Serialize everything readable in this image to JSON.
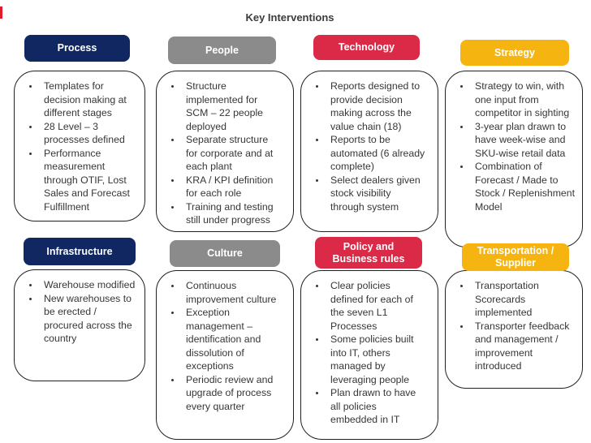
{
  "slide": {
    "title": "Key Interventions"
  },
  "colors": {
    "navy": "#112761",
    "gray": "#8b8b8b",
    "red": "#da2a48",
    "yellow": "#f6b411",
    "header_text": "#ffffff",
    "body_text": "#363636",
    "box_border": "#202020",
    "title_text": "#3b3b3b",
    "edge_mark": "#e01b2c"
  },
  "sections": [
    {
      "label": "Process",
      "color": "navy",
      "bullets": [
        "Templates for decision making at different stages",
        "28 Level – 3 processes defined",
        "Performance measurement through OTIF, Lost Sales and Forecast Fulfillment"
      ]
    },
    {
      "label": "People",
      "color": "gray",
      "bullets": [
        "Structure implemented for SCM – 22 people deployed",
        "Separate structure for corporate and at each plant",
        "KRA / KPI definition for each role",
        "Training and testing still under progress"
      ]
    },
    {
      "label": "Technology",
      "color": "red",
      "bullets": [
        "Reports designed to provide decision making across the value chain (18)",
        "Reports to be automated (6 already complete)",
        "Select dealers given stock visibility through system"
      ]
    },
    {
      "label": "Strategy",
      "color": "yellow",
      "bullets": [
        "Strategy to win, with one input from competitor in sighting",
        "3-year plan drawn to have week-wise and SKU-wise retail data",
        "Combination of Forecast / Made to Stock / Replenishment Model"
      ]
    },
    {
      "label": "Infrastructure",
      "color": "navy",
      "bullets": [
        "Warehouse modified",
        "New warehouses to be erected / procured across the country"
      ]
    },
    {
      "label": "Culture",
      "color": "gray",
      "bullets": [
        "Continuous improvement culture",
        "Exception management – identification and dissolution of exceptions",
        "Periodic review and upgrade of process every quarter"
      ]
    },
    {
      "label": "Policy and Business rules",
      "color": "red",
      "bullets": [
        "Clear policies defined for each of the seven L1 Processes",
        "Some policies built into IT, others managed by leveraging people",
        "Plan drawn to have all policies embedded in IT"
      ]
    },
    {
      "label": "Transportation / Supplier",
      "color": "yellow",
      "bullets": [
        "Transportation Scorecards implemented",
        "Transporter feedback and management / improvement introduced"
      ]
    }
  ]
}
